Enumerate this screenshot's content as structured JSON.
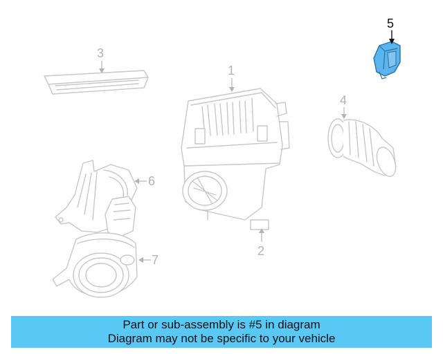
{
  "callouts": {
    "c1": "1",
    "c2": "2",
    "c3": "3",
    "c4": "4",
    "c5": "5",
    "c6": "6",
    "c7": "7"
  },
  "highlight_color": "#5ab4ee",
  "banner": {
    "line1": "Part or sub-assembly is #5 in diagram",
    "line2": "Diagram may not be specific to your vehicle",
    "color": "#5ac8f5"
  }
}
